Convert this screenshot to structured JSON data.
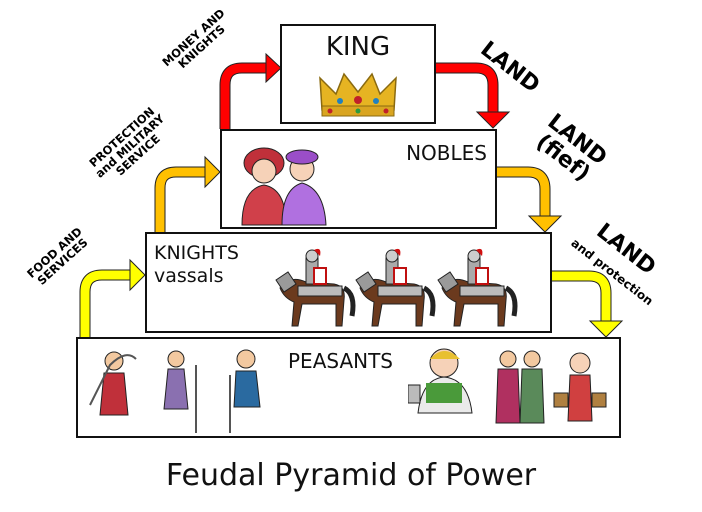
{
  "title": "Feudal Pyramid of Power",
  "levels": {
    "king": "KING",
    "nobles": "NOBLES",
    "knights": "KNIGHTS",
    "knights_sub": "vassals",
    "peasants": "PEASANTS"
  },
  "up_labels": {
    "to_king_1": "MONEY AND",
    "to_king_2": "KNIGHTS",
    "to_nobles_1": "PROTECTION",
    "to_nobles_2": "and MILITARY",
    "to_nobles_3": "SERVICE",
    "to_knights_1": "FOOD AND",
    "to_knights_2": "SERVICES"
  },
  "down_labels": {
    "from_king": "LAND",
    "from_nobles_1": "LAND",
    "from_nobles_2": "(fief)",
    "from_knights_1": "LAND",
    "from_knights_2": "and protection"
  },
  "colors": {
    "red": "#ff0000",
    "orange": "#ffc000",
    "yellow": "#ffff00"
  }
}
